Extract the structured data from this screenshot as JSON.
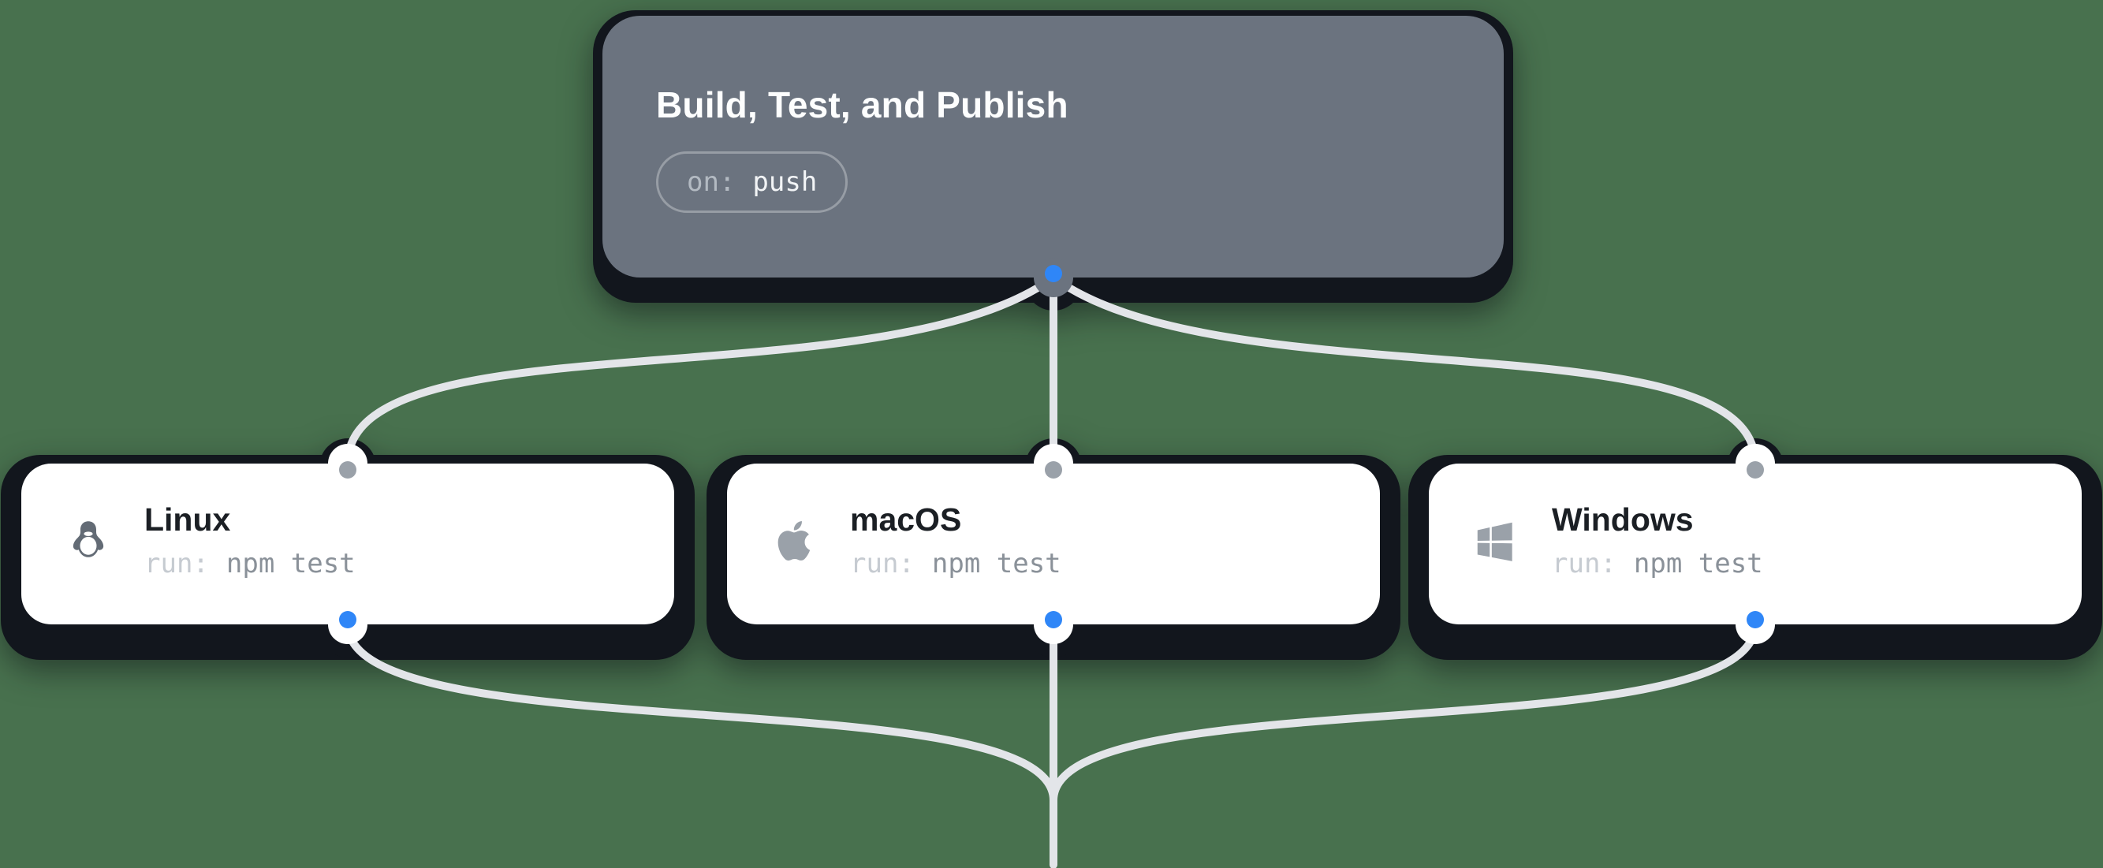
{
  "canvas": {
    "background": "#48714e"
  },
  "colors": {
    "backdrop_dark": "#12161d",
    "trigger_card": "#6b737f",
    "job_card": "#ffffff",
    "edge": "#e3e5e9",
    "port_active": "#2f86f7",
    "port_idle": "#9aa1a9",
    "icon_gray": "#9aa1a9",
    "icon_gray_dark": "#636b75",
    "trigger_title": "#fdfefe",
    "badge_prefix": "#b3bac2",
    "badge_value": "#f2f4f6",
    "job_title": "#1b1f24",
    "run_prefix": "#c6cbd1",
    "run_command": "#8a9199"
  },
  "workflow": {
    "trigger": {
      "title": "Build, Test, and Publish",
      "badge": {
        "prefix": "on:",
        "value": "push"
      }
    },
    "jobs": [
      {
        "id": "linux",
        "title": "Linux",
        "icon": "tux-icon",
        "run_prefix": "run:",
        "run_command": "npm test"
      },
      {
        "id": "macos",
        "title": "macOS",
        "icon": "apple-icon",
        "run_prefix": "run:",
        "run_command": "npm test"
      },
      {
        "id": "windows",
        "title": "Windows",
        "icon": "windows-icon",
        "run_prefix": "run:",
        "run_command": "npm test"
      }
    ],
    "edges": [
      {
        "from": "trigger",
        "to": "linux"
      },
      {
        "from": "trigger",
        "to": "macos"
      },
      {
        "from": "trigger",
        "to": "windows"
      },
      {
        "from": "linux",
        "to": "downstream"
      },
      {
        "from": "macos",
        "to": "downstream"
      },
      {
        "from": "windows",
        "to": "downstream"
      }
    ]
  }
}
